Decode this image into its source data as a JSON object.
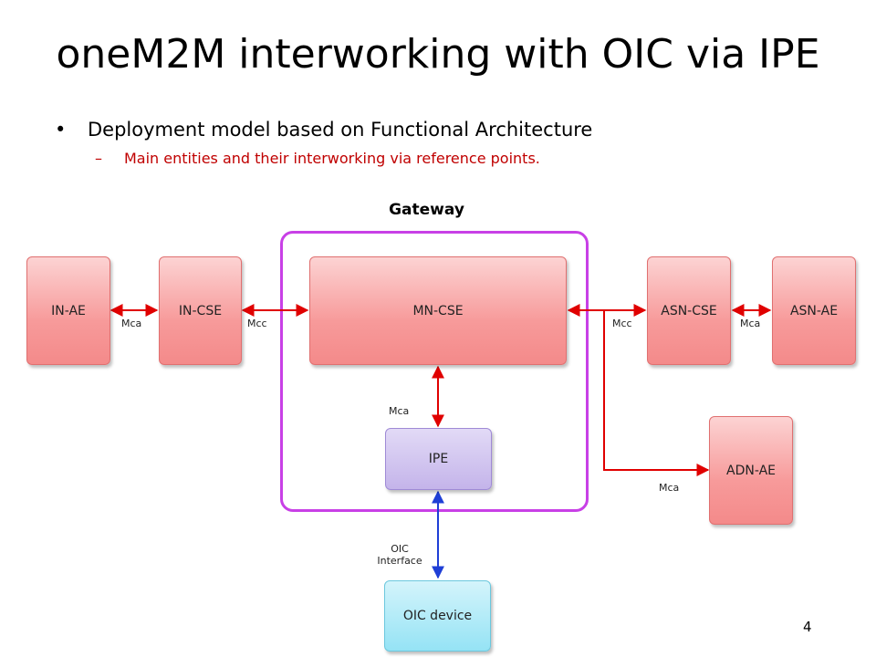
{
  "slide": {
    "title": "oneM2M interworking with OIC via IPE",
    "bullet": "Deployment model based on Functional Architecture",
    "sub_bullet": "Main entities and their interworking via reference points.",
    "page_number": "4"
  },
  "diagram": {
    "gateway_label": "Gateway",
    "nodes": {
      "in_ae": "IN-AE",
      "in_cse": "IN-CSE",
      "mn_cse": "MN-CSE",
      "asn_cse": "ASN-CSE",
      "asn_ae": "ASN-AE",
      "ipe": "IPE",
      "adn_ae": "ADN-AE",
      "oic_device": "OIC device"
    },
    "edge_labels": {
      "in_ae_in_cse": "Mca",
      "in_cse_mn_cse": "Mcc",
      "mn_cse_asn_cse": "Mcc",
      "asn_cse_asn_ae": "Mca",
      "mn_cse_ipe": "Mca",
      "mn_cse_adn_ae": "Mca",
      "ipe_oic_line1": "OIC",
      "ipe_oic_line2": "Interface"
    },
    "colors": {
      "gateway_border": "#c840e6",
      "mca_mcc_line": "#e00000",
      "oic_line": "#1f3fd6"
    }
  }
}
